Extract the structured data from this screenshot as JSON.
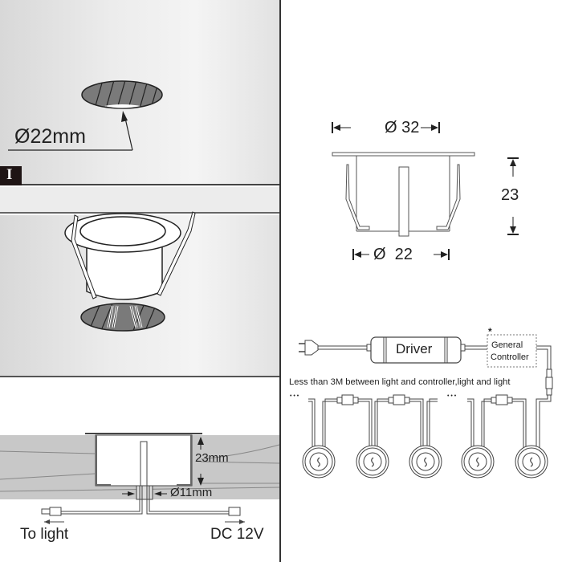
{
  "panels": {
    "hole": {
      "step_label": "I",
      "diameter_label": "Ø22mm"
    },
    "insert": {},
    "cross_section": {
      "depth_label": "23mm",
      "cable_hole_label": "Ø11mm",
      "left_cable_label": "To light",
      "right_cable_label": "DC 12V"
    },
    "dimensions": {
      "top_diameter_label": "Ø 32",
      "height_label": "23",
      "bottom_diameter_label": "Ø  22"
    },
    "wiring": {
      "driver_label": "Driver",
      "controller_label_line1": "General",
      "controller_label_line2": "Controller",
      "controller_note_mark": "*",
      "distance_note": "Less than 3M between light and controller,light and light",
      "ellipsis_left": "• • •",
      "ellipsis_mid": "• • •",
      "light_count": 5
    }
  },
  "colors": {
    "line": "#2a2a2a",
    "hole_fill": "#7a7a7a",
    "panel_gray": "#e6e6e6",
    "ground_gray": "#c8c8c8",
    "label_bg": "#1e1414"
  }
}
